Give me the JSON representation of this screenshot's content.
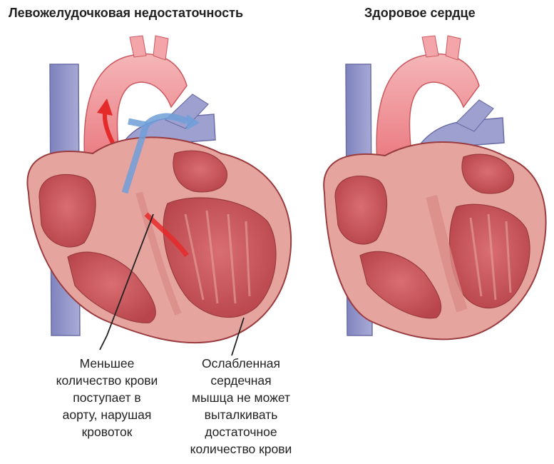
{
  "titles": {
    "left": "Левожелудочковая недостаточность",
    "right": "Здоровое сердце"
  },
  "labels": {
    "left": [
      "Меньшее",
      "количество крови",
      "поступает в",
      "аорту, нарушая",
      "кровоток"
    ],
    "right": [
      "Ослабленная",
      "сердечная",
      "мышца не может",
      "выталкивать",
      "достаточное",
      "количество крови"
    ]
  },
  "colors": {
    "aorta": "#ee8a8f",
    "vein": "#8e90c4",
    "myocardium": "#e7a9a3",
    "chamber": "#c8565b",
    "outline": "#9a3c3f",
    "arrow_red": "#e52a2a",
    "arrow_blue": "#6f9fd8"
  }
}
